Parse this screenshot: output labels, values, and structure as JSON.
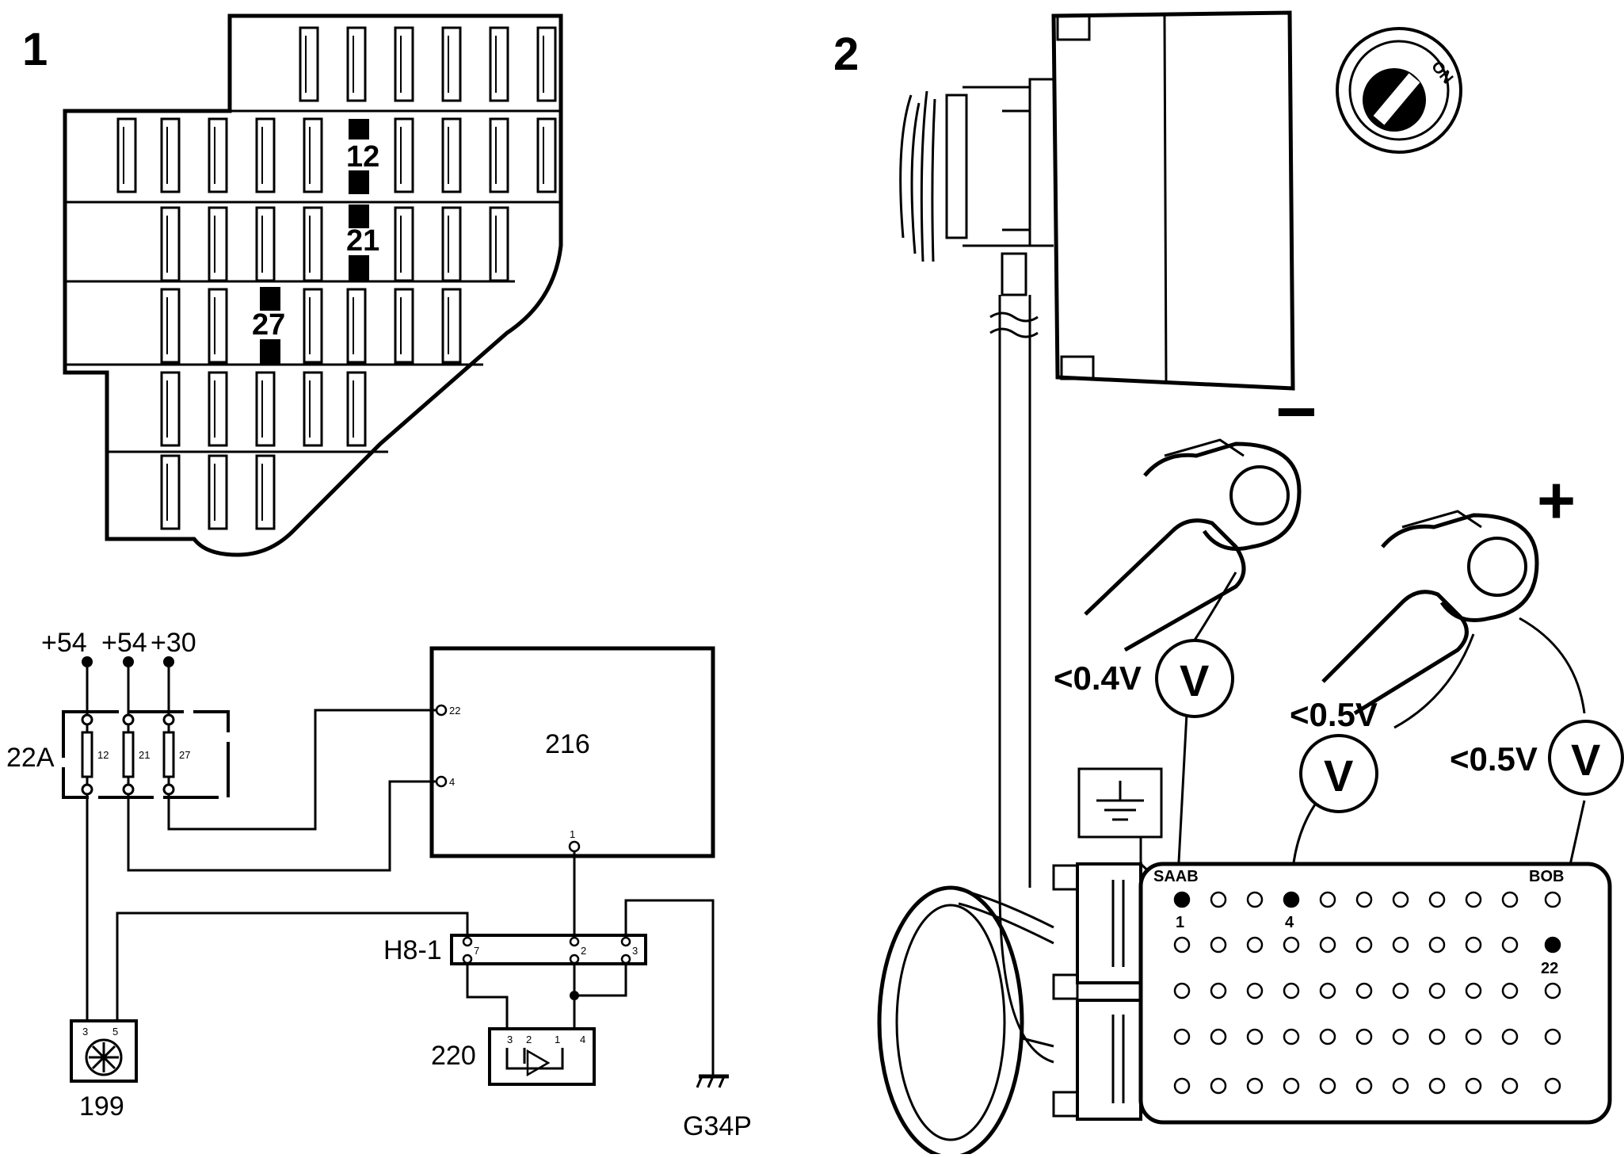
{
  "panel1": {
    "number": "1",
    "fuse_box": {
      "highlighted_fuses": [
        "12",
        "21",
        "27"
      ]
    },
    "schematic": {
      "supplies": [
        "+54",
        "+54",
        "+30"
      ],
      "fuse_block_label": "22A",
      "fuse_numbers": [
        "12",
        "21",
        "27"
      ],
      "ecu_label": "216",
      "ecu_pins": [
        "22",
        "4",
        "1"
      ],
      "connector_label": "H8-1",
      "connector_pins": [
        "7",
        "2",
        "3"
      ],
      "sensor_label": "220",
      "sensor_pins": [
        "3",
        "2",
        "1",
        "4"
      ],
      "fan_label": "199",
      "fan_pins": [
        "3",
        "5"
      ],
      "ground_label": "G34P"
    }
  },
  "panel2": {
    "number": "2",
    "ignition": {
      "label": "ON"
    },
    "terminals": {
      "negative": "−",
      "positive": "+"
    },
    "meters": [
      {
        "reading": "<0.4V",
        "symbol": "V"
      },
      {
        "reading": "<0.5V",
        "symbol": "V"
      },
      {
        "reading": "<0.5V",
        "symbol": "V"
      }
    ],
    "ground_symbol": "ground-icon",
    "breakout_box": {
      "left_label": "SAAB",
      "right_label": "BOB",
      "pin_labels": [
        "1",
        "4",
        "22"
      ]
    }
  }
}
